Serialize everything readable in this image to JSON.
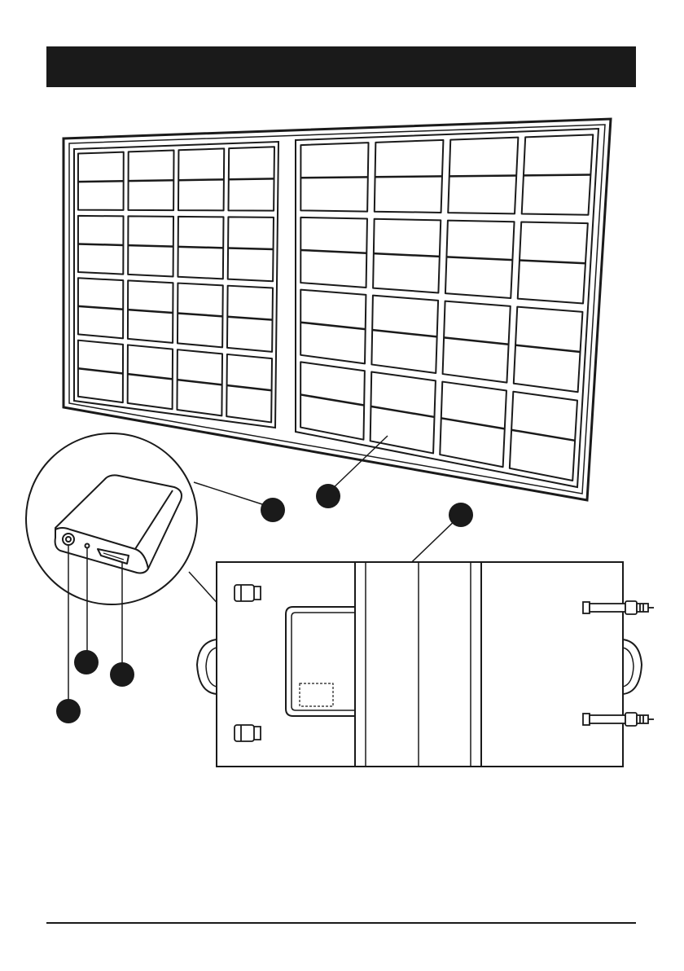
{
  "header": {
    "title": ""
  },
  "figure": {
    "parts": [
      {
        "id": "solar-panel",
        "icon": "solar-panel-illustration"
      },
      {
        "id": "junction-box",
        "icon": "junction-box-illustration"
      },
      {
        "id": "fabric-case",
        "icon": "folded-case-illustration"
      },
      {
        "id": "dc-output",
        "icon": "round-port-illustration"
      },
      {
        "id": "indicator-light",
        "icon": "led-illustration"
      },
      {
        "id": "usb-output",
        "icon": "usb-port-illustration"
      }
    ]
  },
  "colors": {
    "ink": "#1a1a1a",
    "paper": "#ffffff"
  }
}
